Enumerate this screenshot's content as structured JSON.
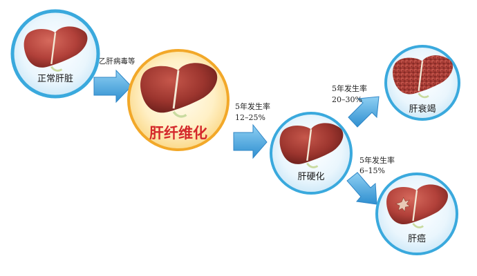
{
  "stages": {
    "normal": "正常肝脏",
    "fibrosis": "肝纤维化",
    "cirrhosis": "肝硬化",
    "failure": "肝衰竭",
    "cancer": "肝癌"
  },
  "transitions": {
    "normal_to_fibrosis": {
      "cause": "乙肝病毒等"
    },
    "fibrosis_to_cirrhosis": {
      "line1": "5年发生率",
      "line2": "12–25%"
    },
    "cirrhosis_to_failure": {
      "line1": "5年发生率",
      "line2": "20–30%"
    },
    "cirrhosis_to_cancer": {
      "line1": "5年发生率",
      "line2": "6–15%"
    }
  },
  "colors": {
    "ring_blue": "#3aa9dd",
    "ring_orange": "#f2a829",
    "arrow_blue": "#4aa8dc",
    "liver_red": "#b2413a",
    "fibrosis_label_red": "#d4282b"
  }
}
